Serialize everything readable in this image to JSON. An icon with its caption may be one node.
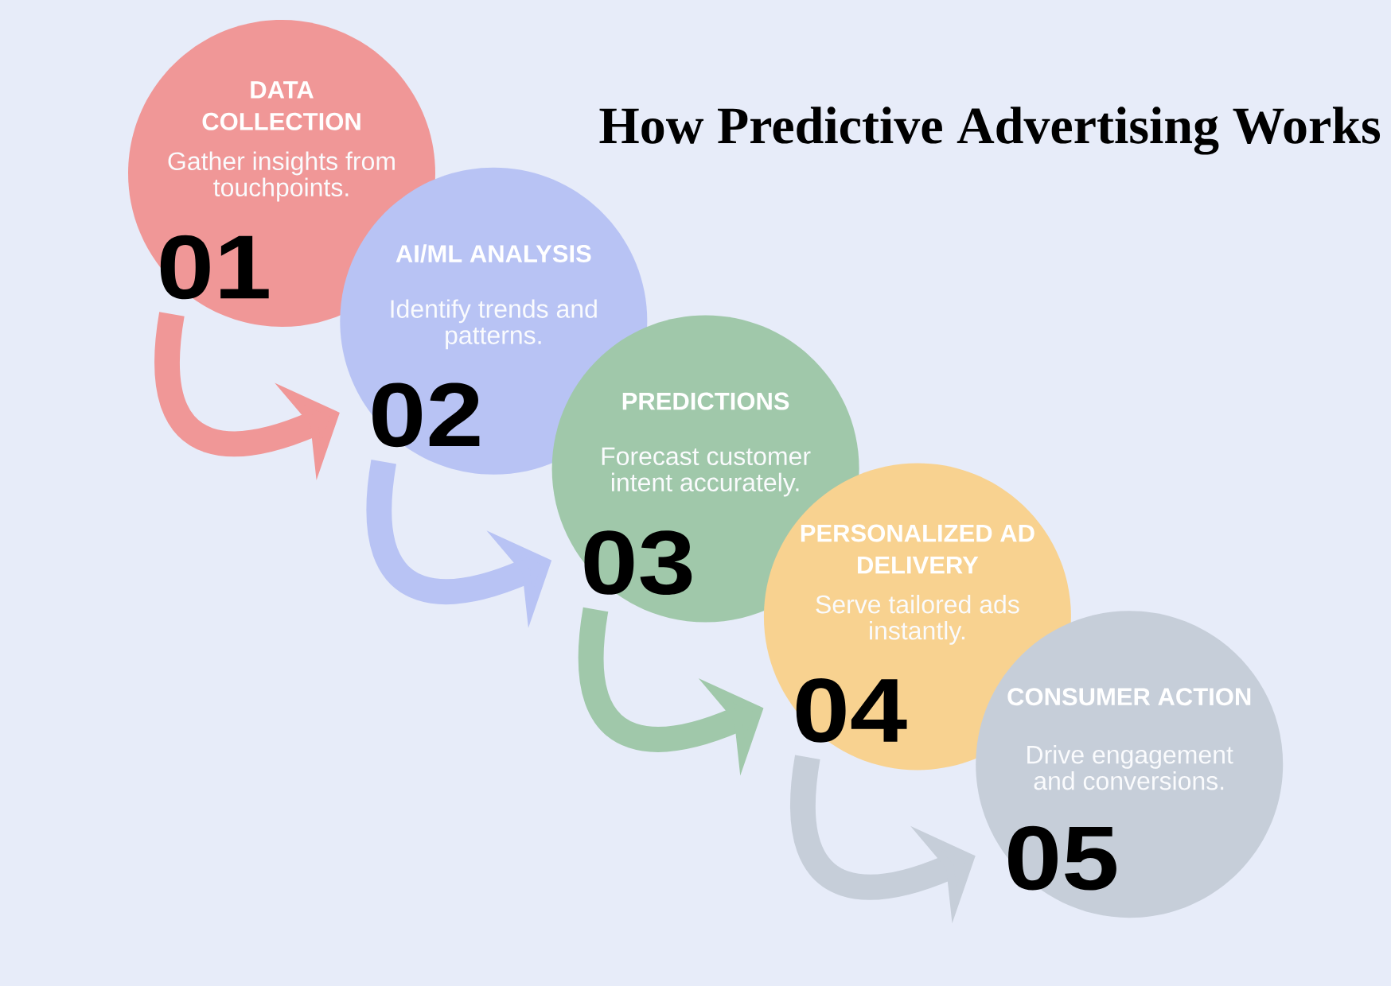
{
  "diagram": {
    "title": "How Predictive Advertising Works",
    "nodes": [
      {
        "text": [
          "DATA COLLECTION",
          "Gather insights from touchpoints.",
          "01"
        ]
      },
      {
        "text": [
          "AI/ML ANALYSIS",
          "Identify trends and patterns.",
          "02"
        ]
      },
      {
        "text": [
          "PREDICTIONS",
          "Forecast customer intent accurately.",
          "03"
        ]
      },
      {
        "text": [
          "PERSONALIZED AD DELIVERY",
          "Serve tailored ads instantly.",
          "04"
        ]
      },
      {
        "text": [
          "CONSUMER ACTION",
          "Drive engagement and conversions.",
          "05"
        ]
      }
    ],
    "edges": [
      {
        "from": 0,
        "to": 1,
        "arrow": "to",
        "color": "#f09797"
      },
      {
        "from": 1,
        "to": 2,
        "arrow": "to",
        "color": "#b8c3f4"
      },
      {
        "from": 2,
        "to": 3,
        "arrow": "to",
        "color": "#a0c8aa"
      },
      {
        "from": 3,
        "to": 4,
        "arrow": "to",
        "color": "#c6ced9"
      }
    ]
  }
}
